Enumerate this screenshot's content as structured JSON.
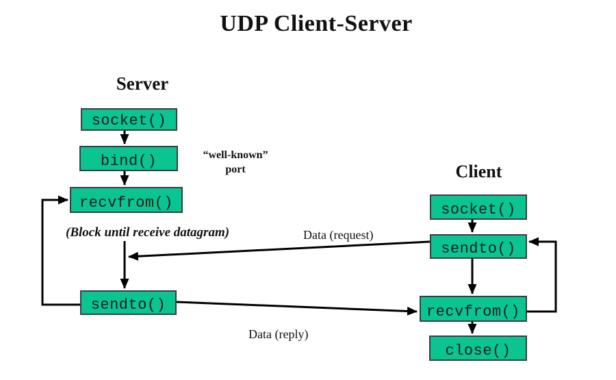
{
  "title": "UDP Client-Server",
  "server": {
    "heading": "Server",
    "boxes": {
      "socket": "socket()",
      "bind": "bind()",
      "recvfrom": "recvfrom()",
      "sendto": "sendto()"
    }
  },
  "client": {
    "heading": "Client",
    "boxes": {
      "socket": "socket()",
      "sendto": "sendto()",
      "recvfrom": "recvfrom()",
      "close": "close()"
    }
  },
  "annotations": {
    "well_known_line1": "“well-known”",
    "well_known_line2": "port",
    "block_note": "(Block until receive datagram)",
    "data_request": "Data (request)",
    "data_reply": "Data (reply)"
  },
  "colors": {
    "box_fill": "#0AC592",
    "box_border": "#3d3d3d",
    "arrow": "#000000",
    "background": "#ffffff"
  }
}
